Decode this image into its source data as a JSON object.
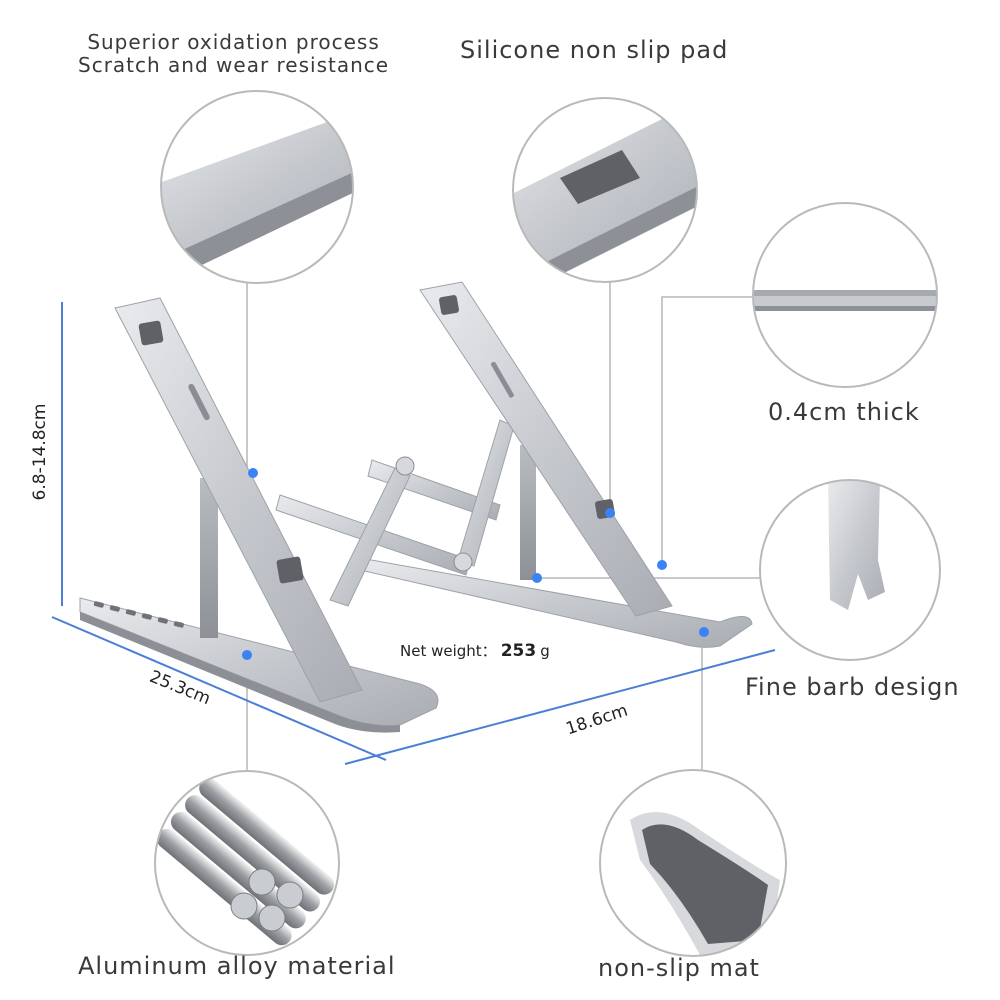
{
  "labels": {
    "oxidation_line1": "Superior oxidation process",
    "oxidation_line2": "Scratch and wear resistance",
    "silicone": "Silicone non slip pad",
    "thick": "0.4cm thick",
    "barb": "Fine barb design",
    "aluminum": "Aluminum alloy material",
    "mat": "non-slip mat"
  },
  "dimensions": {
    "height": "6.8-14.8cm",
    "width": "25.3cm",
    "depth": "18.6cm"
  },
  "weight": {
    "label": "Net weight：",
    "value": "253",
    "unit": "g"
  },
  "colors": {
    "dimension_line": "#4a7fd6",
    "callout_dot": "#3b82f6",
    "aluminum": "#c9ccd1",
    "pad": "#5f6166",
    "circle_border": "#b9b9b9"
  }
}
